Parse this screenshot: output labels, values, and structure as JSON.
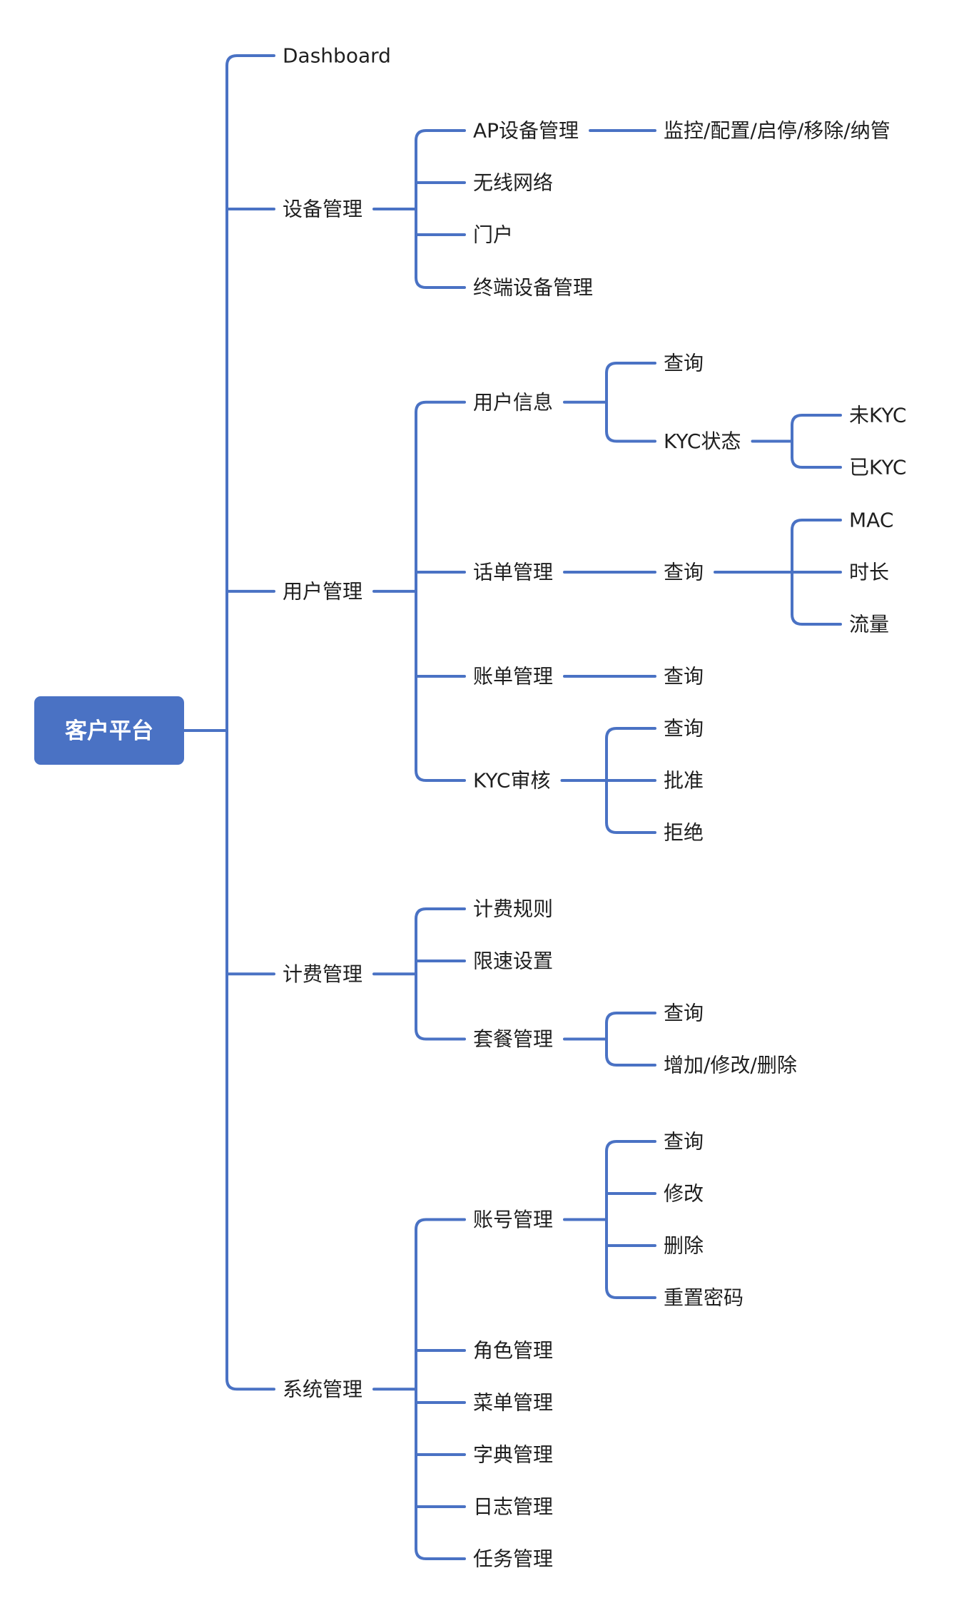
{
  "mindmap": {
    "root": "客户平台",
    "branches": [
      {
        "label": "Dashboard",
        "children": []
      },
      {
        "label": "设备管理",
        "children": [
          {
            "label": "AP设备管理",
            "children": [
              {
                "label": "监控/配置/启停/移除/纳管",
                "children": []
              }
            ]
          },
          {
            "label": "无线网络",
            "children": []
          },
          {
            "label": "门户",
            "children": []
          },
          {
            "label": "终端设备管理",
            "children": []
          }
        ]
      },
      {
        "label": "用户管理",
        "children": [
          {
            "label": "用户信息",
            "children": [
              {
                "label": "查询",
                "children": []
              },
              {
                "label": "KYC状态",
                "children": [
                  {
                    "label": "未KYC",
                    "children": []
                  },
                  {
                    "label": "已KYC",
                    "children": []
                  }
                ]
              }
            ]
          },
          {
            "label": "话单管理",
            "children": [
              {
                "label": "查询",
                "children": [
                  {
                    "label": "MAC",
                    "children": []
                  },
                  {
                    "label": "时长",
                    "children": []
                  },
                  {
                    "label": "流量",
                    "children": []
                  }
                ]
              }
            ]
          },
          {
            "label": "账单管理",
            "children": [
              {
                "label": "查询",
                "children": []
              }
            ]
          },
          {
            "label": "KYC审核",
            "children": [
              {
                "label": "查询",
                "children": []
              },
              {
                "label": "批准",
                "children": []
              },
              {
                "label": "拒绝",
                "children": []
              }
            ]
          }
        ]
      },
      {
        "label": "计费管理",
        "children": [
          {
            "label": "计费规则",
            "children": []
          },
          {
            "label": "限速设置",
            "children": []
          },
          {
            "label": "套餐管理",
            "children": [
              {
                "label": "查询",
                "children": []
              },
              {
                "label": "增加/修改/删除",
                "children": []
              }
            ]
          }
        ]
      },
      {
        "label": "系统管理",
        "children": [
          {
            "label": "账号管理",
            "children": [
              {
                "label": "查询",
                "children": []
              },
              {
                "label": "修改",
                "children": []
              },
              {
                "label": "删除",
                "children": []
              },
              {
                "label": "重置密码",
                "children": []
              }
            ]
          },
          {
            "label": "角色管理",
            "children": []
          },
          {
            "label": "菜单管理",
            "children": []
          },
          {
            "label": "字典管理",
            "children": []
          },
          {
            "label": "日志管理",
            "children": []
          },
          {
            "label": "任务管理",
            "children": []
          }
        ]
      }
    ]
  }
}
